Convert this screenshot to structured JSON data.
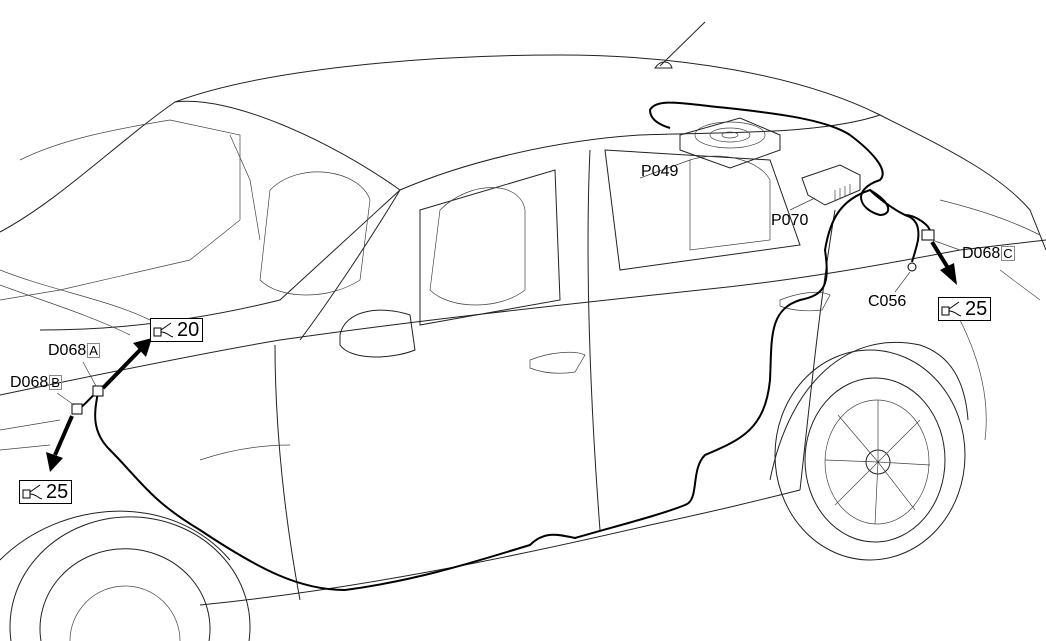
{
  "diagram": {
    "components": [
      {
        "code": "D068",
        "suffix": "A"
      },
      {
        "code": "D068",
        "suffix": "B"
      },
      {
        "code": "D068",
        "suffix": "C"
      },
      {
        "code": "P049"
      },
      {
        "code": "P070"
      },
      {
        "code": "C056"
      }
    ],
    "references": [
      {
        "number": "20",
        "icon": "connector-icon"
      },
      {
        "number": "25",
        "icon": "connector-icon"
      },
      {
        "number": "25",
        "icon": "connector-icon"
      }
    ]
  }
}
